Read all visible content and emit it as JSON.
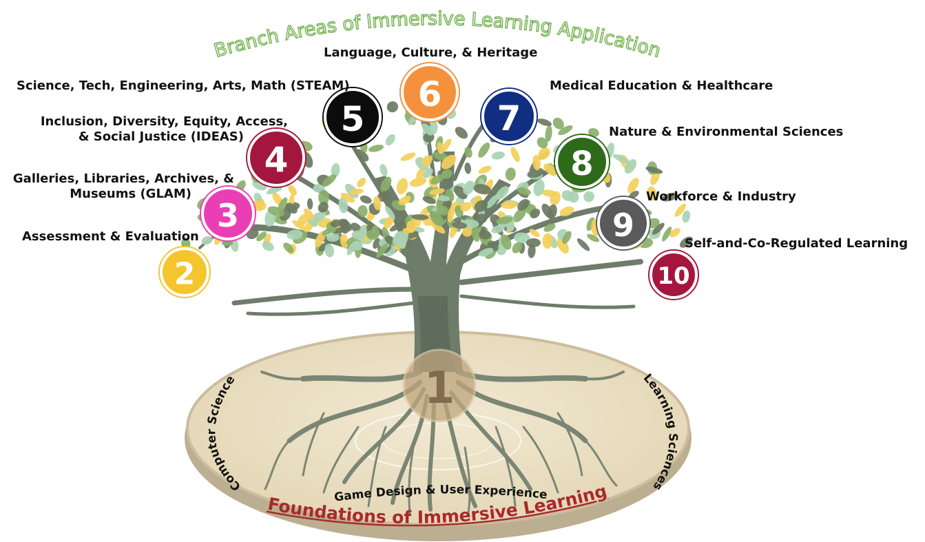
{
  "title": "Branch Areas of Immersive Learning Application",
  "foundation": {
    "number": "1",
    "title": "Foundations of Immersive Learning",
    "left_label": "Computer Science",
    "right_label": "Learning Sciences",
    "bottom_label": "Game Design & User Experience"
  },
  "branches": [
    {
      "number": "2",
      "label_lines": [
        "Assessment & Evaluation"
      ],
      "color": "#f4c52c"
    },
    {
      "number": "3",
      "label_lines": [
        "Galleries, Libraries, Archives, &",
        "Museums (GLAM)"
      ],
      "color": "#ea3fb4"
    },
    {
      "number": "4",
      "label_lines": [
        "Inclusion, Diversity, Equity, Access,",
        "& Social Justice (IDEAS)"
      ],
      "color": "#a3173f"
    },
    {
      "number": "5",
      "label_lines": [
        "Science, Tech, Engineering, Arts, Math (STEAM)"
      ],
      "color": "#0c0c0c"
    },
    {
      "number": "6",
      "label_lines": [
        "Language, Culture, & Heritage"
      ],
      "color": "#f5913c"
    },
    {
      "number": "7",
      "label_lines": [
        "Medical Education & Healthcare"
      ],
      "color": "#112f82"
    },
    {
      "number": "8",
      "label_lines": [
        "Nature & Environmental Sciences"
      ],
      "color": "#2d6a1a"
    },
    {
      "number": "9",
      "label_lines": [
        "Workforce & Industry"
      ],
      "color": "#5a5a5a"
    },
    {
      "number": "10",
      "label_lines": [
        "Self-and-Co-Regulated Learning"
      ],
      "color": "#a5163f"
    }
  ],
  "colors": {
    "title": "#6fb04a",
    "foundation_title": "#a9292c",
    "platform": "#ece2c6",
    "platform_rim": "#c4b597",
    "trunk": "#6b7a68",
    "leaf_green": "#8aaf6a",
    "leaf_mint": "#a9d3b4",
    "leaf_yellow": "#f3cf5a",
    "leaf_dark": "#6c7a62",
    "badge_one": "#bfa57e"
  },
  "icons": [
    "tree-illustration",
    "roots-illustration",
    "platform-disc"
  ]
}
